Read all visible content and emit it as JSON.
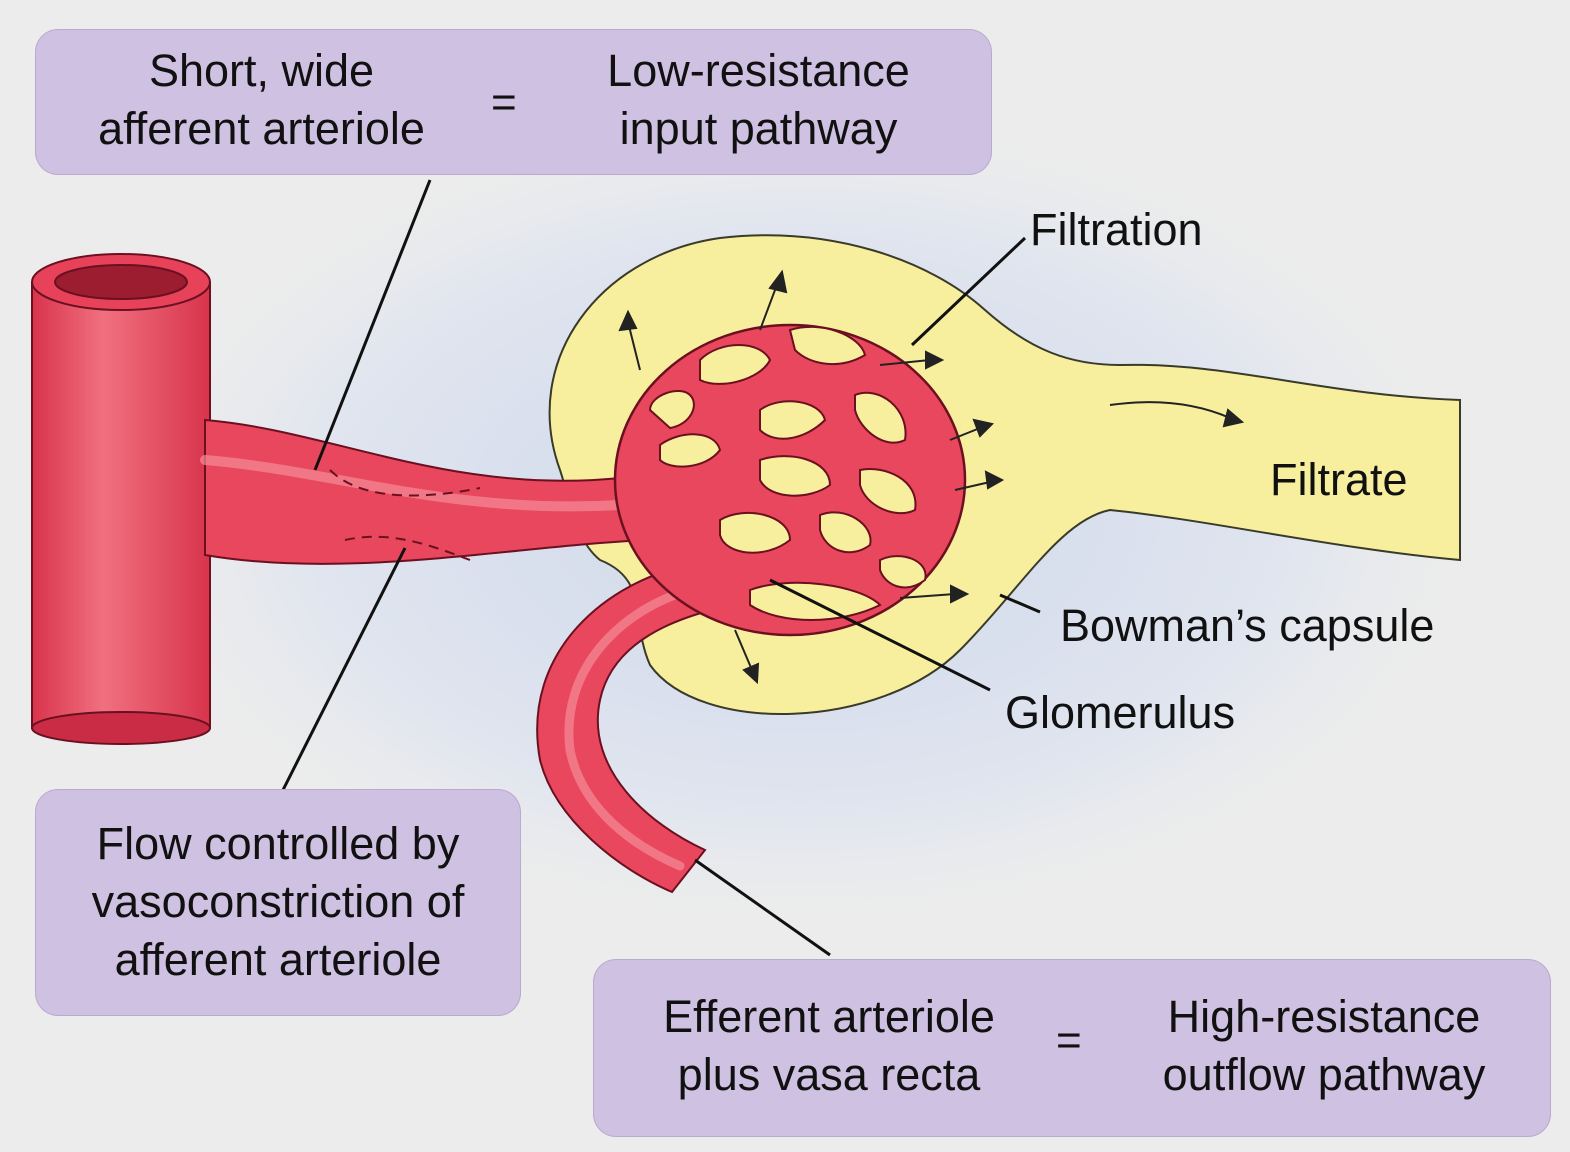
{
  "boxes": {
    "top": {
      "left_lines": [
        "Short, wide",
        "afferent arteriole"
      ],
      "equals": "=",
      "right_lines": [
        "Low-resistance",
        "input pathway"
      ]
    },
    "flow": {
      "lines": [
        "Flow controlled by",
        "vasoconstriction of",
        "afferent arteriole"
      ]
    },
    "bottom": {
      "left_lines": [
        "Efferent arteriole",
        "plus vasa recta"
      ],
      "equals": "=",
      "right_lines": [
        "High-resistance",
        "outflow pathway"
      ]
    }
  },
  "labels": {
    "filtration": "Filtration",
    "filtrate": "Filtrate",
    "bowmans_capsule": "Bowman’s capsule",
    "glomerulus": "Glomerulus"
  },
  "colors": {
    "box_fill": "#cfc1e2",
    "vessel": "#e8425a",
    "vessel_light": "#f27a88",
    "capsule": "#f7ef9e",
    "background": "#ececec"
  }
}
